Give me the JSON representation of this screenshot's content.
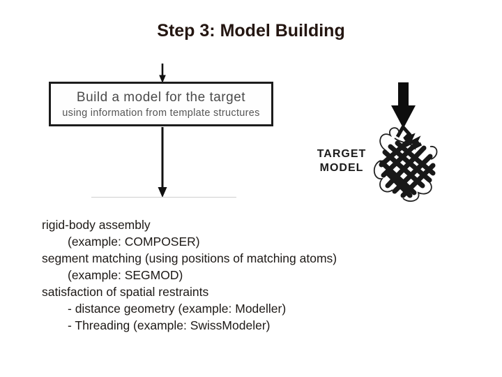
{
  "slide": {
    "title": "Step 3: Model Building"
  },
  "flowchart": {
    "box_line1": "Build a model for the target",
    "box_line2": "using information from template structures"
  },
  "target_model": {
    "label_line1": "TARGET",
    "label_line2": "MODEL",
    "illustration": "protein-structure-sketch"
  },
  "body_list": {
    "items": [
      {
        "text": "rigid-body assembly",
        "indent": 0
      },
      {
        "text": "(example: COMPOSER)",
        "indent": 1
      },
      {
        "text": "segment matching (using positions of matching atoms)",
        "indent": 0
      },
      {
        "text": "(example: SEGMOD)",
        "indent": 1
      },
      {
        "text": "satisfaction of spatial restraints",
        "indent": 0
      },
      {
        "text": "- distance geometry (example: Modeller)",
        "indent": 1
      },
      {
        "text": "- Threading (example: SwissModeler)",
        "indent": 1
      }
    ]
  },
  "colors": {
    "title_text": "#241611",
    "body_text": "#1d1916",
    "box_border": "#1c1c1c",
    "faint_line": "#cfcfcf",
    "ink": "#111111"
  }
}
